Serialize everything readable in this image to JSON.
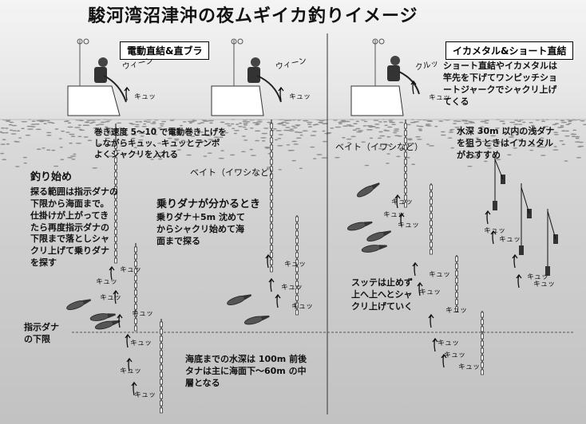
{
  "title": "駿河湾沼津沖の夜ムギイカ釣りイメージ",
  "left_panel": {
    "method_label": "電動直結&直ブラ",
    "reel_sound": "ウィーン",
    "jerk_sound": "キュッ",
    "speed_note": "巻き速度 5〜10 で電動巻き上げを\nしながらキュッ、キュッとテンポ\nよくシャクリを入れる",
    "bait_label": "ベイト（イワシなど）",
    "start_heading": "釣り始め",
    "start_text": "探る範囲は指示ダナの\n下限から海面まで。\n仕掛けが上がってき\nたら再度指示ダナの\n下限まで落としシャ\nクリ上げて乗りダナ\nを探す",
    "known_heading": "乗りダナが分かるとき",
    "known_text": "乗りダナ＋5m 沈めて\nからシャクリ始めて海\n面まで探る",
    "limit_label": "指示ダナ\nの下限",
    "depth_note": "海底までの水深は 100m 前後\nタナは主に海面下〜60m の中\n層となる"
  },
  "right_panel": {
    "method_label": "イカメタル&ショート直結",
    "reel_sound": "クルッ",
    "method_desc": "ショート直結やイカメタルは\n竿先を下げてワンピッチショ\nートジャークでシャクリ上げ\nてくる",
    "bait_label": "ベイト（イワシなど）",
    "shallow_note": "水深 30m 以内の浅ダナ\nを狙うときはイカメタル\nがおすすめ",
    "keep_note": "スッテは止めず\n上へ上へとシャ\nクリ上げていく"
  }
}
